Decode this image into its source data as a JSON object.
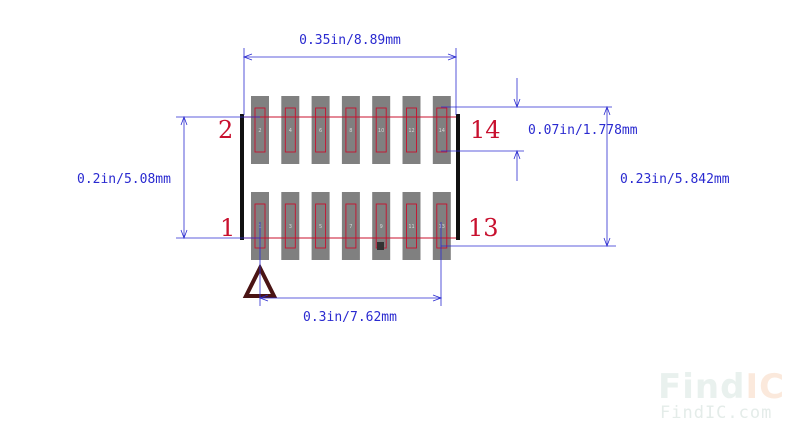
{
  "dimensions": {
    "top_width": "0.35in/8.89mm",
    "pitch": "0.07in/1.778mm",
    "left_height": "0.2in/5.08mm",
    "right_height": "0.23in/5.842mm",
    "bottom_width": "0.3in/7.62mm"
  },
  "pin_labels": {
    "top_left": "2",
    "top_right": "14",
    "bottom_left": "1",
    "bottom_right": "13"
  },
  "pads": {
    "top_numbers": [
      "2",
      "4",
      "6",
      "8",
      "10",
      "12",
      "14"
    ],
    "bottom_numbers": [
      "1",
      "3",
      "5",
      "7",
      "9",
      "11",
      "13"
    ]
  },
  "logo": {
    "main_find": "Find",
    "main_ic": "IC",
    "sub": "FindIC.com"
  },
  "colors": {
    "dimension": "#2a2ad0",
    "pin_label": "#c8102e",
    "pad": "#808080",
    "pad_outline": "#c8102e",
    "logo_find": "#e9f1ee",
    "logo_ic": "#fbe9dc"
  }
}
